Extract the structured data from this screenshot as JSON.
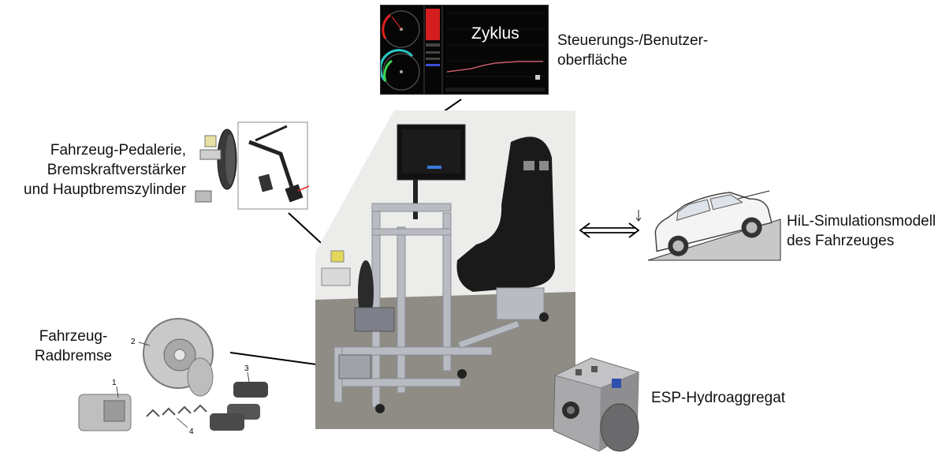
{
  "labels": {
    "ui_title": "Zyklus",
    "control_line1": "Steuerungs-/Benutzer-",
    "control_line2": "oberfläche",
    "pedal_line1": "Fahrzeug-Pedalerie,",
    "pedal_line2": "Bremskraftverstärker",
    "pedal_line3": "und Hauptbremszylinder",
    "hil_line1": "HiL-Simulationsmodell",
    "hil_line2": "des Fahrzeuges",
    "brake_line1": "Fahrzeug-",
    "brake_line2": "Radbremse",
    "esp": "ESP-Hydroaggregat"
  },
  "part_numbers": {
    "brake_n1": "1",
    "brake_n2": "2",
    "brake_n3": "3",
    "brake_n4": "4"
  },
  "colors": {
    "connector": "#000000",
    "frame_metal": "#b8bcc2",
    "seat": "#1a1a1a",
    "floor": "#8f8c85"
  }
}
